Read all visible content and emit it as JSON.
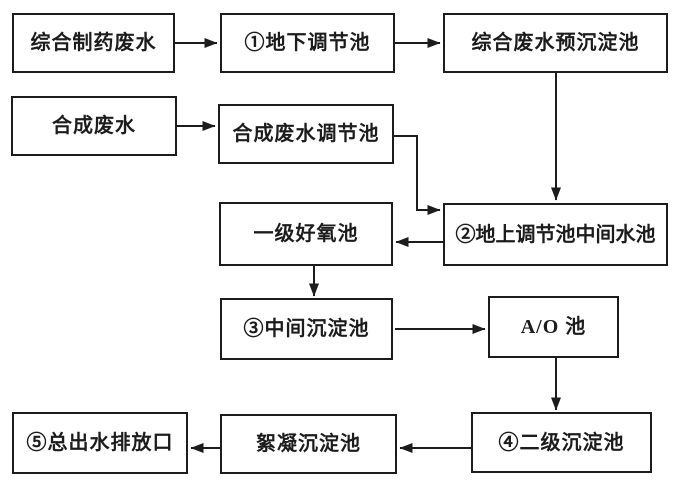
{
  "diagram": {
    "description": "Pharmaceutical wastewater treatment process flowchart",
    "colors": {
      "background": "#ffffff",
      "box_border": "#1c1c1c",
      "line": "#1c1c1c",
      "text": "#1c1c1c"
    },
    "nodes": [
      {
        "id": "comprehensive-pharma-wastewater",
        "label": "综合制药废水"
      },
      {
        "id": "underground-regulating-tank",
        "label": "①地下调节池"
      },
      {
        "id": "comprehensive-presedimentation-tank",
        "label": "综合废水预沉淀池"
      },
      {
        "id": "synthetic-wastewater",
        "label": "合成废水"
      },
      {
        "id": "synthetic-wastewater-regulating-tank",
        "label": "合成废水调节池"
      },
      {
        "id": "aboveground-regulating-intermediate-tank",
        "label": "②地上调节池中间水池"
      },
      {
        "id": "primary-aerobic-tank",
        "label": "一级好氧池"
      },
      {
        "id": "intermediate-sedimentation-tank",
        "label": "③中间沉淀池"
      },
      {
        "id": "ao-tank",
        "label": "A/O 池"
      },
      {
        "id": "secondary-sedimentation-tank",
        "label": "④二级沉淀池"
      },
      {
        "id": "flocculation-sedimentation-tank",
        "label": "絮凝沉淀池"
      },
      {
        "id": "total-outlet-discharge",
        "label": "⑤总出水排放口"
      }
    ],
    "edges": [
      {
        "from": "综合制药废水",
        "to": "①地下调节池"
      },
      {
        "from": "①地下调节池",
        "to": "综合废水预沉淀池"
      },
      {
        "from": "合成废水",
        "to": "合成废水调节池"
      },
      {
        "from": "综合废水预沉淀池",
        "to": "②地上调节池中间水池"
      },
      {
        "from": "合成废水调节池",
        "to": "②地上调节池中间水池"
      },
      {
        "from": "②地上调节池中间水池",
        "to": "一级好氧池"
      },
      {
        "from": "一级好氧池",
        "to": "③中间沉淀池"
      },
      {
        "from": "③中间沉淀池",
        "to": "A/O 池"
      },
      {
        "from": "A/O 池",
        "to": "④二级沉淀池"
      },
      {
        "from": "④二级沉淀池",
        "to": "絮凝沉淀池"
      },
      {
        "from": "絮凝沉淀池",
        "to": "⑤总出水排放口"
      }
    ]
  }
}
